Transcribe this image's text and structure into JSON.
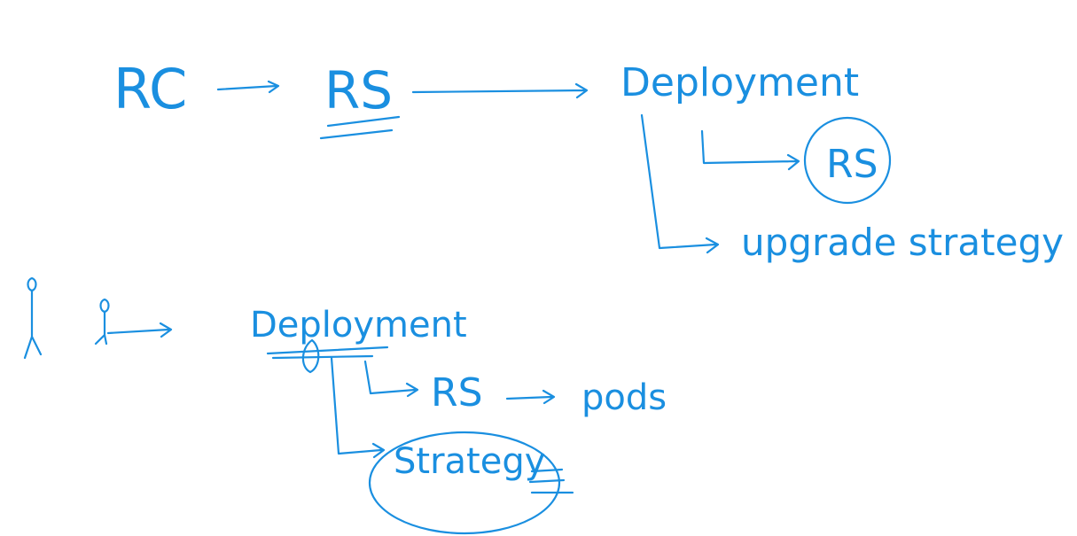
{
  "ink_color": "#1a8fe0",
  "labels": {
    "rc": "RC",
    "rs_top": "RS",
    "deployment_top": "Deployment",
    "rs_circled": "RS",
    "upgrade_strategy": "upgrade strategy",
    "deployment_bottom": "Deployment",
    "rs_bottom": "RS",
    "pods": "pods",
    "strategy_circled": "Strategy"
  }
}
